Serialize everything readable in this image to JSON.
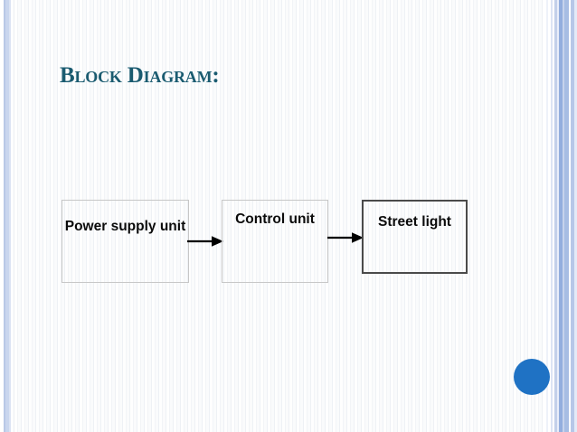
{
  "slide": {
    "title": "Block Diagram:",
    "title_color": "#1a5b70",
    "background_color": "#ffffff",
    "accent_color": "#1f72c4",
    "border_band_color": "#93aede"
  },
  "diagram": {
    "type": "block-diagram",
    "orientation": "left-to-right",
    "blocks": [
      {
        "id": "power-supply-unit",
        "label": "Power supply unit",
        "border_style": "light",
        "border_color": "#c7c7c7"
      },
      {
        "id": "control-unit",
        "label": "Control unit",
        "border_style": "light",
        "border_color": "#c7c7c7"
      },
      {
        "id": "street-light",
        "label": "Street light",
        "border_style": "dark",
        "border_color": "#4a4a4a"
      }
    ],
    "connectors": [
      {
        "id": "arrow-1",
        "from": "power-supply-unit",
        "to": "control-unit",
        "style": "solid-arrow",
        "color": "#000000"
      },
      {
        "id": "arrow-2",
        "from": "control-unit",
        "to": "street-light",
        "style": "solid-arrow",
        "color": "#000000"
      }
    ]
  },
  "decorations": {
    "accent_dot": "blue-circle",
    "left_band": "blue-stripe-rule",
    "right_band": "blue-stripe-band"
  }
}
